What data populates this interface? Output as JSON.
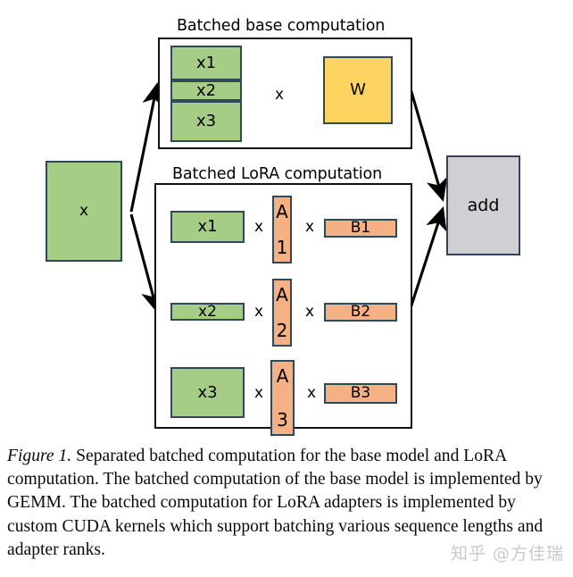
{
  "figure": {
    "input_block": {
      "label": "x"
    },
    "output_block": {
      "label": "add"
    },
    "base_group": {
      "title": "Batched base computation",
      "stacked_inputs": [
        {
          "label": "x1"
        },
        {
          "label": "x2"
        },
        {
          "label": "x3"
        }
      ],
      "operator": "x",
      "weight_block": {
        "label": "W"
      }
    },
    "lora_group": {
      "title": "Batched LoRA computation",
      "operator": "x",
      "rows": [
        {
          "input": "x1",
          "op1": "x",
          "a": "A",
          "a_index": "1",
          "op2": "x",
          "b": "B1"
        },
        {
          "input": "x2",
          "op1": "x",
          "a": "A",
          "a_index": "2",
          "op2": "x",
          "b": "B2"
        },
        {
          "input": "x3",
          "op1": "x",
          "a": "A",
          "a_index": "3",
          "op2": "x",
          "b": "B3"
        }
      ]
    },
    "colors": {
      "green": "#a6cd85",
      "yellow": "#fcd45f",
      "orange": "#f5b183",
      "grey": "#d0d0d4",
      "block_border": "#2e4a57",
      "frame_border": "#121212",
      "arrow": "#000000"
    }
  },
  "caption": {
    "label": "Figure 1.",
    "text": " Separated batched computation for the base model and LoRA computation. The batched computation of the base model is implemented by GEMM. The batched computation for LoRA adapters is implemented by custom CUDA kernels which support batching various sequence lengths and adapter ranks."
  },
  "watermark": {
    "text": "知乎 @方佳瑞"
  }
}
